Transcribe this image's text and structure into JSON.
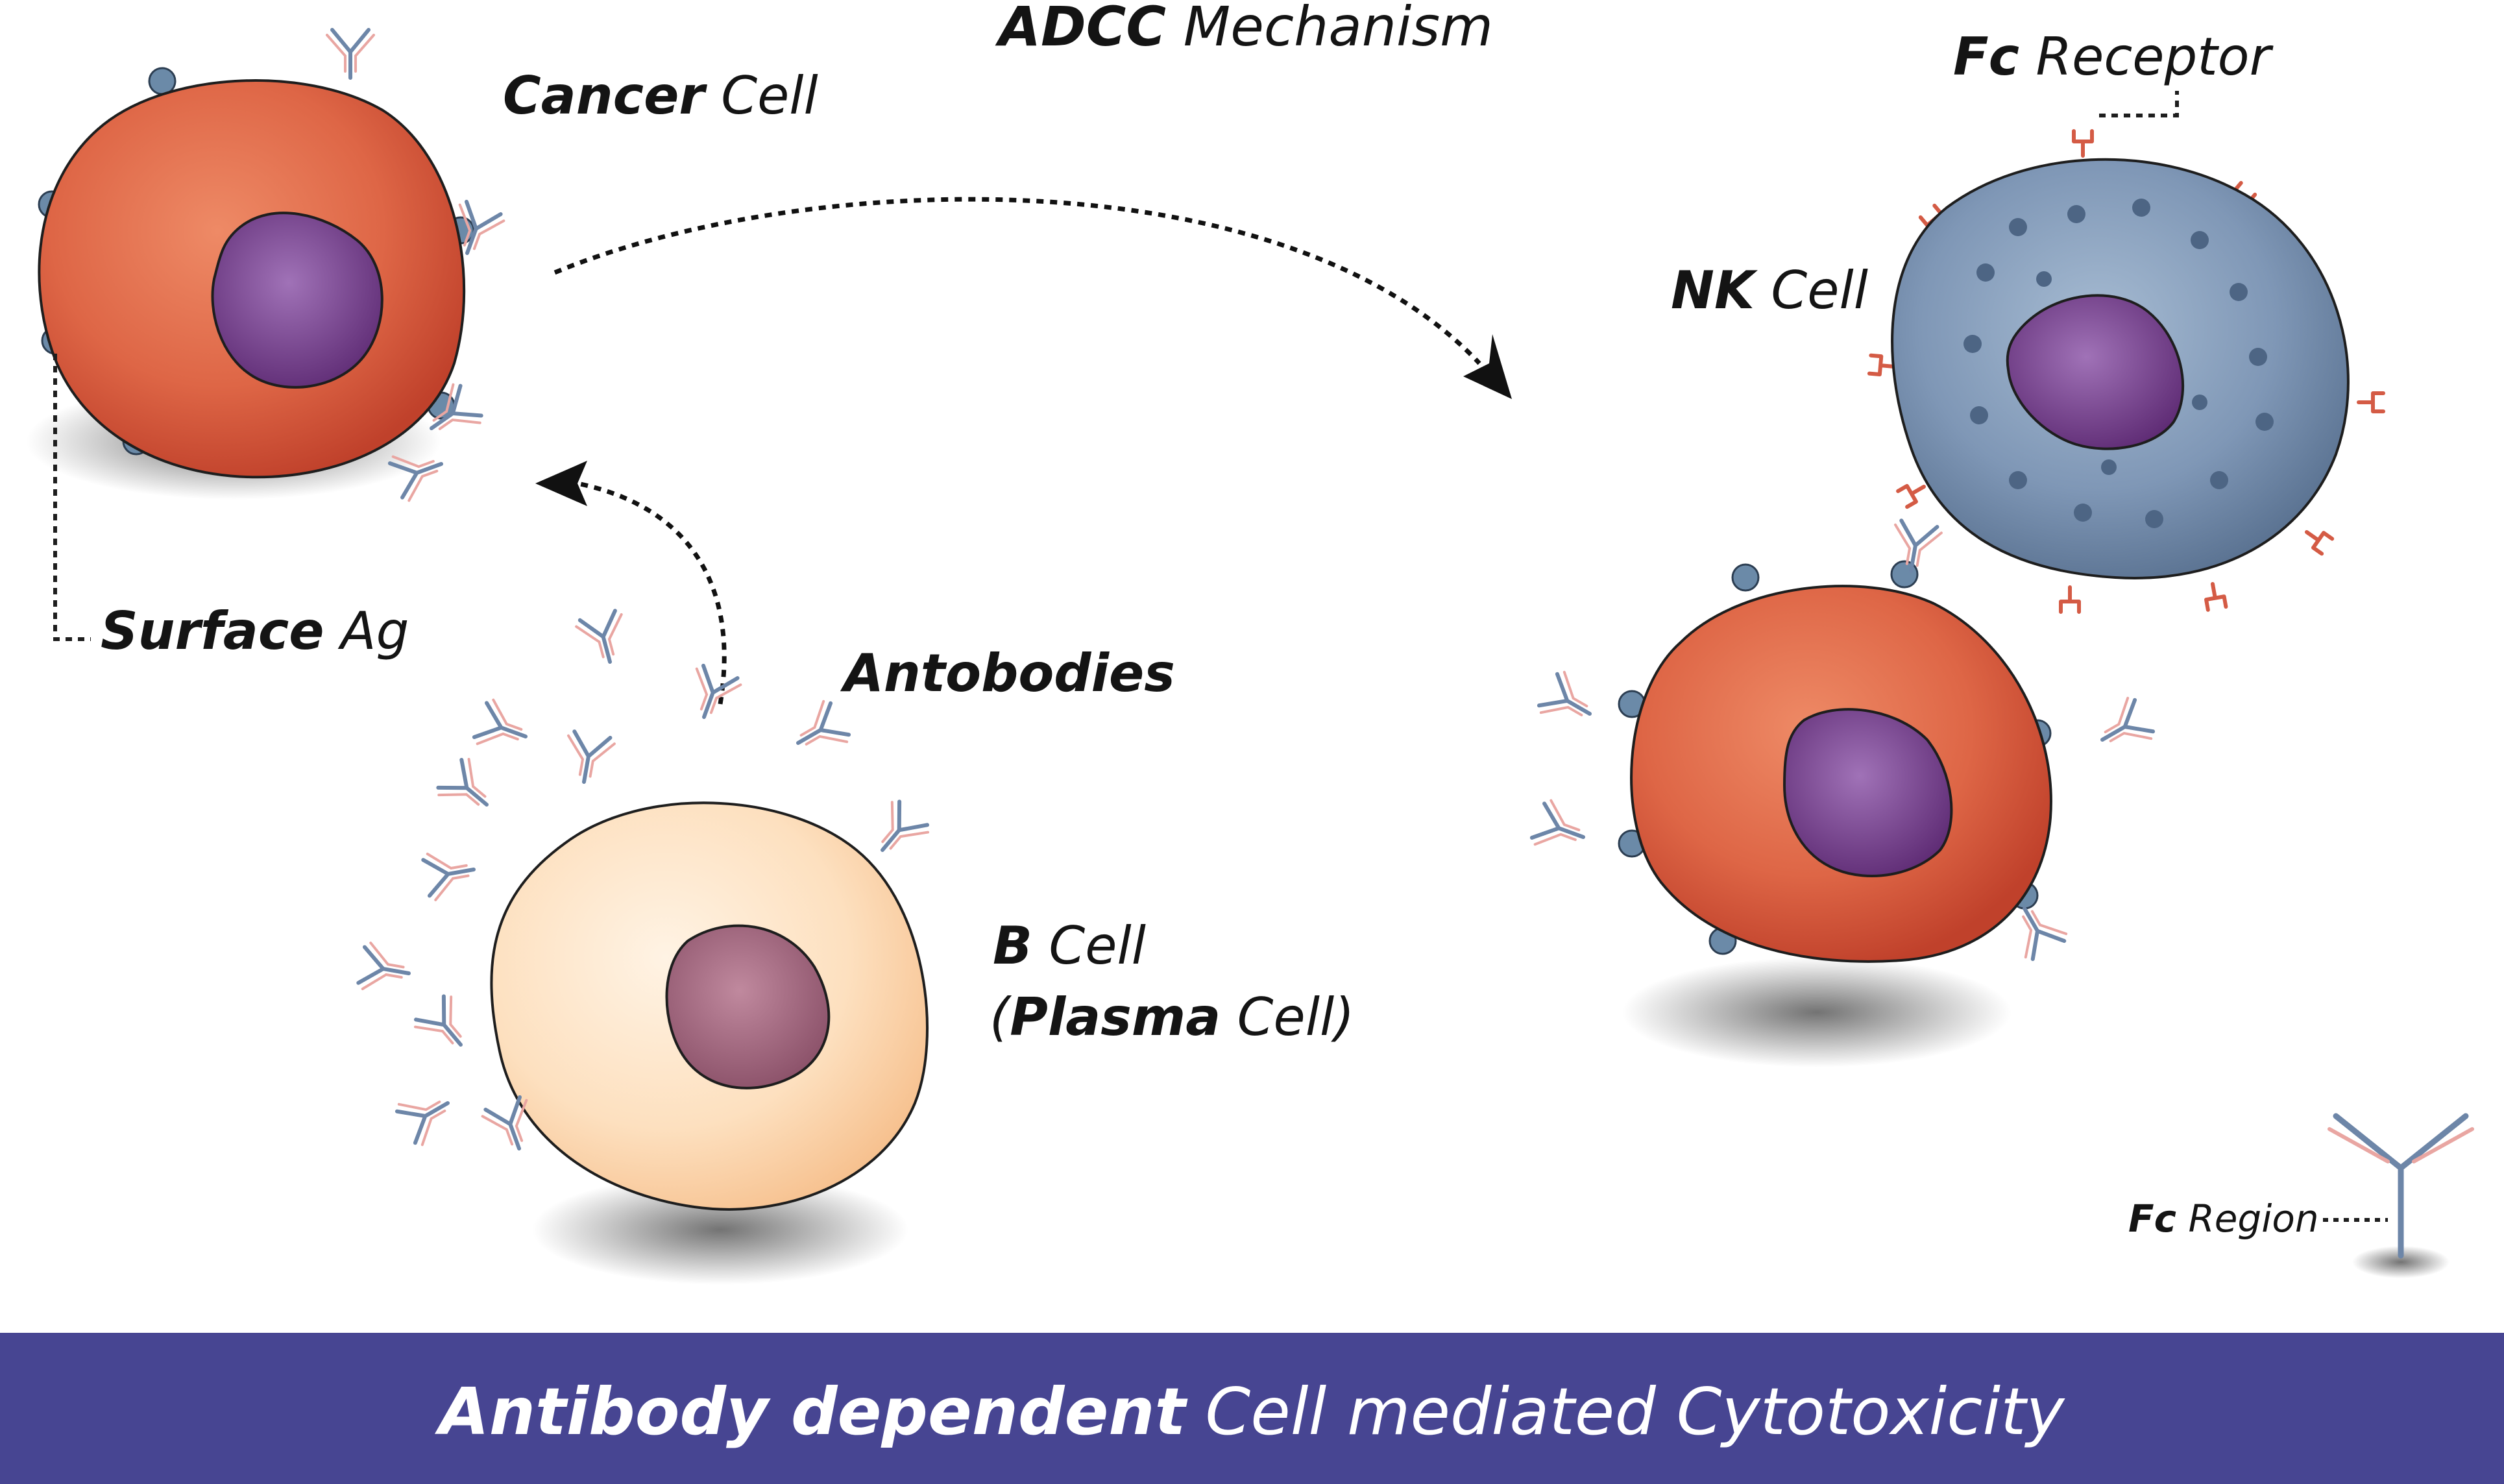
{
  "title": {
    "bold": "ADCC",
    "rest": " Mechanism"
  },
  "labels": {
    "cancer_cell": {
      "bold": "Cancer",
      "rest": " Cell"
    },
    "fc_receptor": {
      "bold": "Fc",
      "rest": " Receptor"
    },
    "nk_cell": {
      "bold": "NK",
      "rest": " Cell"
    },
    "surface_ag": {
      "bold": "Surface",
      "rest": " Ag"
    },
    "antibodies": {
      "bold": "Antobodies"
    },
    "b_cell": {
      "bold": "B",
      "rest": " Cell"
    },
    "plasma_cell": {
      "open": "(",
      "bold": "Plasma",
      "rest": " Cell)"
    },
    "fc_region": {
      "bold": "Fc",
      "rest": " Region"
    }
  },
  "banner": {
    "bold": "Antibody dependent",
    "rest": "Cell mediated Cytotoxicity"
  },
  "colors": {
    "cancer_cell": "#d7553a",
    "nk_cell": "#6f87a7",
    "b_cell": "#fbd8b4",
    "nucleus": "#7a3f8e",
    "antibody": "#6d86a8",
    "antibody_highlight": "#e9a6a2",
    "fc_receptor": "#d45b45",
    "banner": "#474592"
  }
}
